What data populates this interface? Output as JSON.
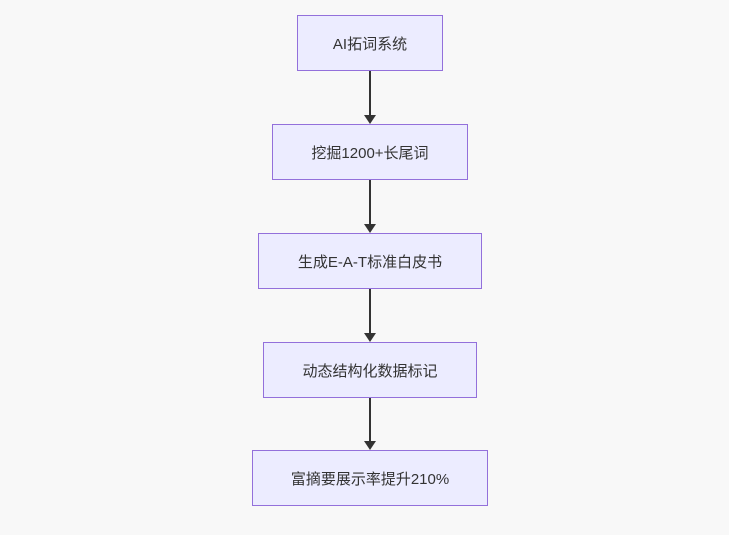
{
  "flowchart": {
    "type": "flowchart",
    "direction": "top-down",
    "nodes": [
      {
        "id": "step-1",
        "label": "AI拓词系统"
      },
      {
        "id": "step-2",
        "label": "挖掘1200+长尾词"
      },
      {
        "id": "step-3",
        "label": "生成E-A-T标准白皮书"
      },
      {
        "id": "step-4",
        "label": "动态结构化数据标记"
      },
      {
        "id": "step-5",
        "label": "富摘要展示率提升210%"
      }
    ],
    "edges": [
      {
        "from": "step-1",
        "to": "step-2",
        "arrow": "down"
      },
      {
        "from": "step-2",
        "to": "step-3",
        "arrow": "down"
      },
      {
        "from": "step-3",
        "to": "step-4",
        "arrow": "down"
      },
      {
        "from": "step-4",
        "to": "step-5",
        "arrow": "down"
      }
    ],
    "colors": {
      "background": "#f8f8f8",
      "node_fill": "#ECECFF",
      "node_border": "#9370DB",
      "text": "#333333",
      "arrow": "#333333"
    }
  }
}
